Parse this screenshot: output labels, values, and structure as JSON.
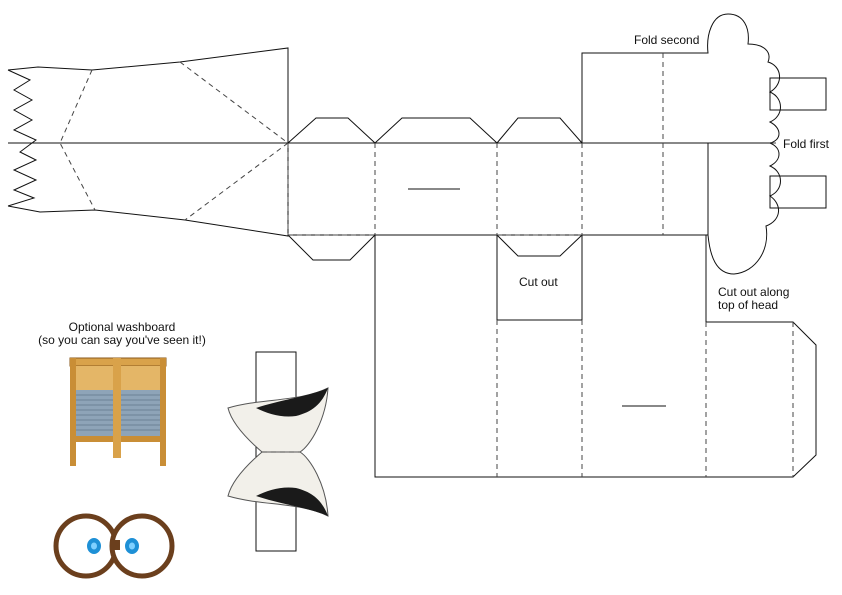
{
  "labels": {
    "fold_second": "Fold second",
    "fold_first": "Fold first",
    "cut_out": "Cut out",
    "cut_out_head_line1": "Cut out along",
    "cut_out_head_line2": "top of head",
    "washboard_line1": "Optional washboard",
    "washboard_line2": "(so you can say you've seen it!)"
  },
  "colors": {
    "washboard_wood": "#d9a24a",
    "washboard_metal": "#8ea4b8",
    "glasses_frame": "#6b3f1d",
    "eye_iris": "#1e90d6",
    "line": "#111111"
  },
  "icons": [
    "washboard-icon",
    "glasses-icon",
    "hat-brim-icon"
  ]
}
